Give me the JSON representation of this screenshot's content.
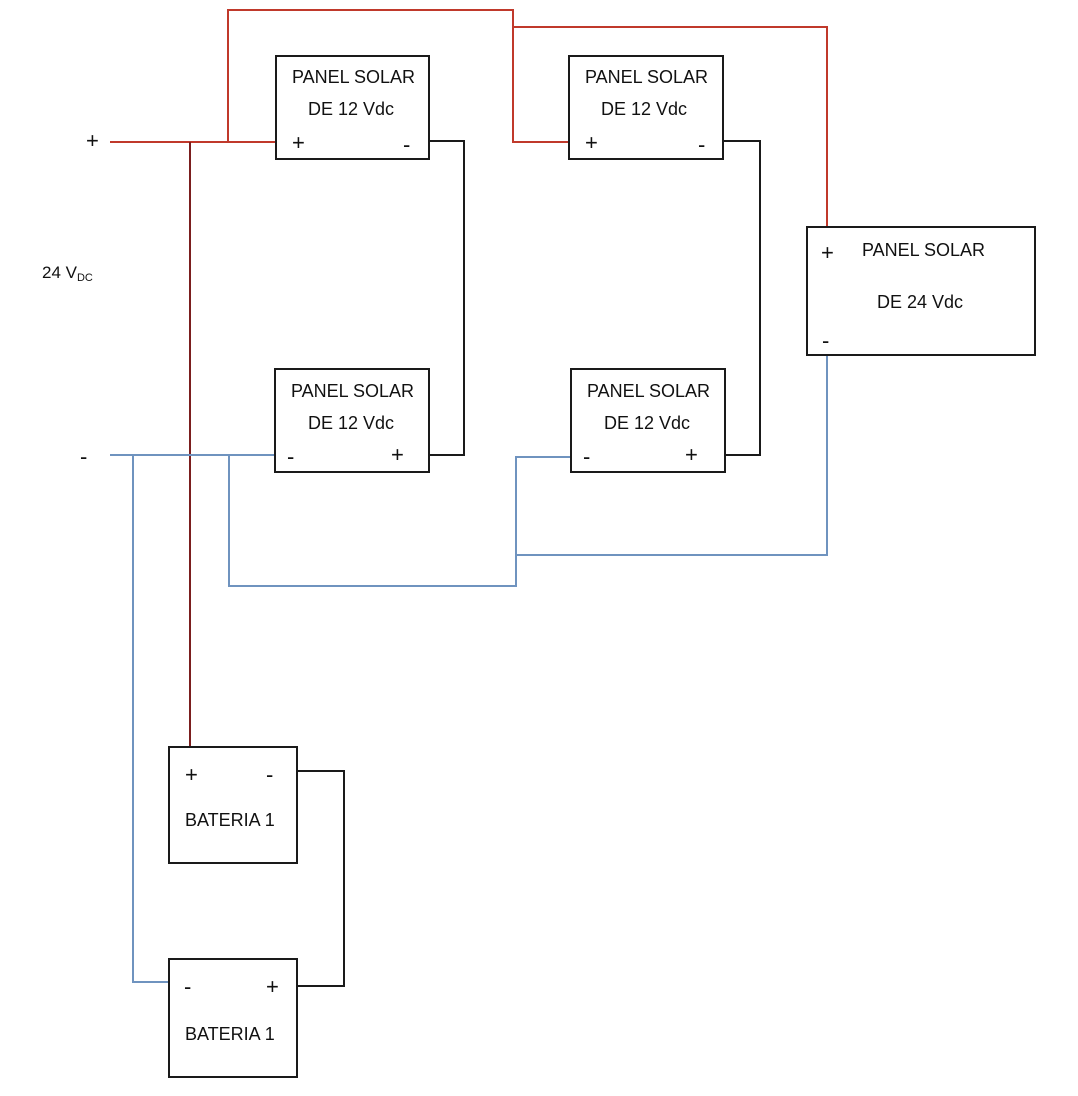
{
  "terminals": {
    "positive": "+",
    "negative": "-"
  },
  "voltage": {
    "value": "24 V",
    "subscript": "DC"
  },
  "panels_12v": [
    {
      "line1": "PANEL SOLAR",
      "line2": "DE 12 Vdc",
      "pin_left": "+",
      "pin_right": "-"
    },
    {
      "line1": "PANEL SOLAR",
      "line2": "DE 12 Vdc",
      "pin_left": "+",
      "pin_right": "-"
    },
    {
      "line1": "PANEL SOLAR",
      "line2": "DE 12 Vdc",
      "pin_left": "-",
      "pin_right": "+"
    },
    {
      "line1": "PANEL SOLAR",
      "line2": "DE 12 Vdc",
      "pin_left": "-",
      "pin_right": "+"
    }
  ],
  "panel_24v": {
    "line1": "PANEL SOLAR",
    "line2": "DE 24 Vdc",
    "pin_top": "+",
    "pin_bottom": "-"
  },
  "batteries": [
    {
      "label": "BATERIA 1",
      "pin_left": "+",
      "pin_right": "-"
    },
    {
      "label": "BATERIA 1",
      "pin_left": "-",
      "pin_right": "+"
    }
  ],
  "colors": {
    "positive_wire": "#c0392b",
    "negative_wire": "#6f93bf",
    "series_wire": "#1a1a1a",
    "dark_red_wire": "#7b1e1e"
  }
}
